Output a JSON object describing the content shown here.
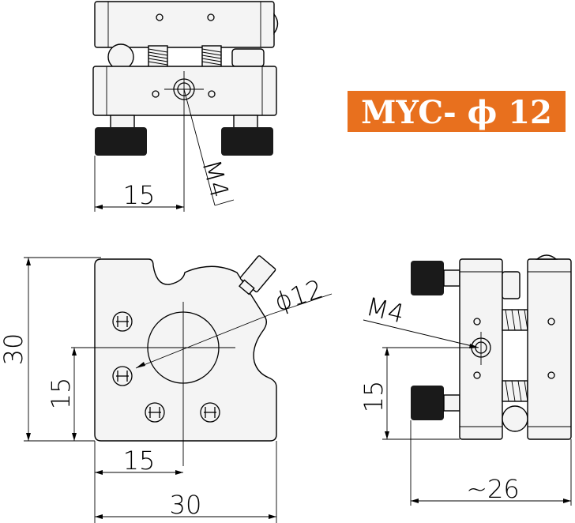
{
  "badge": {
    "label": "MYC- ϕ 12",
    "color": "#e8701e"
  },
  "top_view": {
    "dim_width": "15",
    "thread_label": "M4"
  },
  "front_view": {
    "dim_height_total": "30",
    "dim_height_center": "15",
    "dim_width_center": "15",
    "dim_width_total": "30",
    "bore_label": "ϕ12"
  },
  "side_view": {
    "thread_label": "M4",
    "dim_height_center": "15",
    "dim_depth": "~26"
  }
}
